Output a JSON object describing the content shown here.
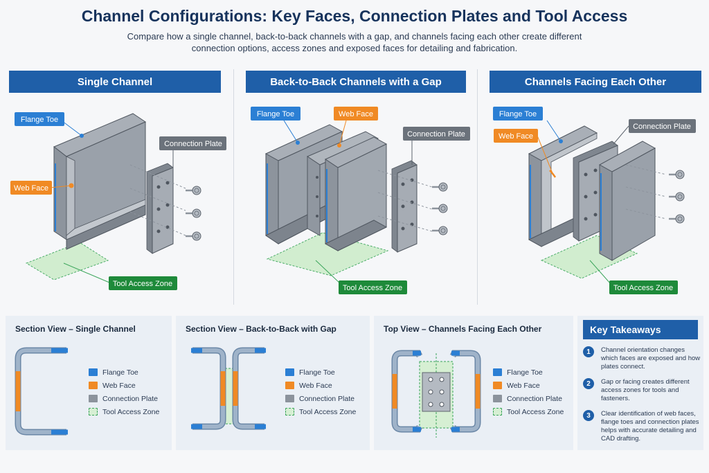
{
  "title": "Channel Configurations: Key Faces, Connection Plates and Tool Access",
  "subtitle": "Compare how a single channel, back-to-back channels with a gap, and channels facing each other create different connection options, access zones and exposed faces for detailing and fabrication.",
  "panels": [
    {
      "heading": "Single Channel",
      "flange_toe": "Flange Toe",
      "web_face": "Web Face",
      "connection_plate": "Connection Plate",
      "tool_zone": "Tool Access Zone"
    },
    {
      "heading": "Back-to-Back Channels with a Gap",
      "flange_toe": "Flange Toe",
      "web_face": "Web Face",
      "connection_plate": "Connection Plate",
      "tool_zone": "Tool Access Zone"
    },
    {
      "heading": "Channels Facing Each Other",
      "flange_toe": "Flange Toe",
      "web_face": "Web Face",
      "connection_plate": "Connection Plate",
      "tool_zone": "Tool Access Zone"
    }
  ],
  "sections": [
    {
      "title": "Section View – Single Channel"
    },
    {
      "title": "Section View – Back-to-Back with Gap"
    },
    {
      "title": "Top View – Channels Facing Each Other"
    }
  ],
  "legend": {
    "flange_toe": "Flange Toe",
    "web_face": "Web Face",
    "connection_plate": "Connection Plate",
    "tool_zone": "Tool Access Zone"
  },
  "colors": {
    "flange": "#2b7fd4",
    "web": "#f08a24",
    "plate": "#8c939c",
    "zone": "#3aa55a",
    "header": "#1f5fa8"
  },
  "key": {
    "heading": "Key Takeaways",
    "items": [
      {
        "num": "1",
        "text": "Channel orientation changes which faces are exposed and how plates connect."
      },
      {
        "num": "2",
        "text": "Gap or facing creates different access zones for tools and fasteners."
      },
      {
        "num": "3",
        "text": "Clear identification of web faces, flange toes and connection plates helps with accurate detailing and CAD drafting."
      }
    ]
  }
}
